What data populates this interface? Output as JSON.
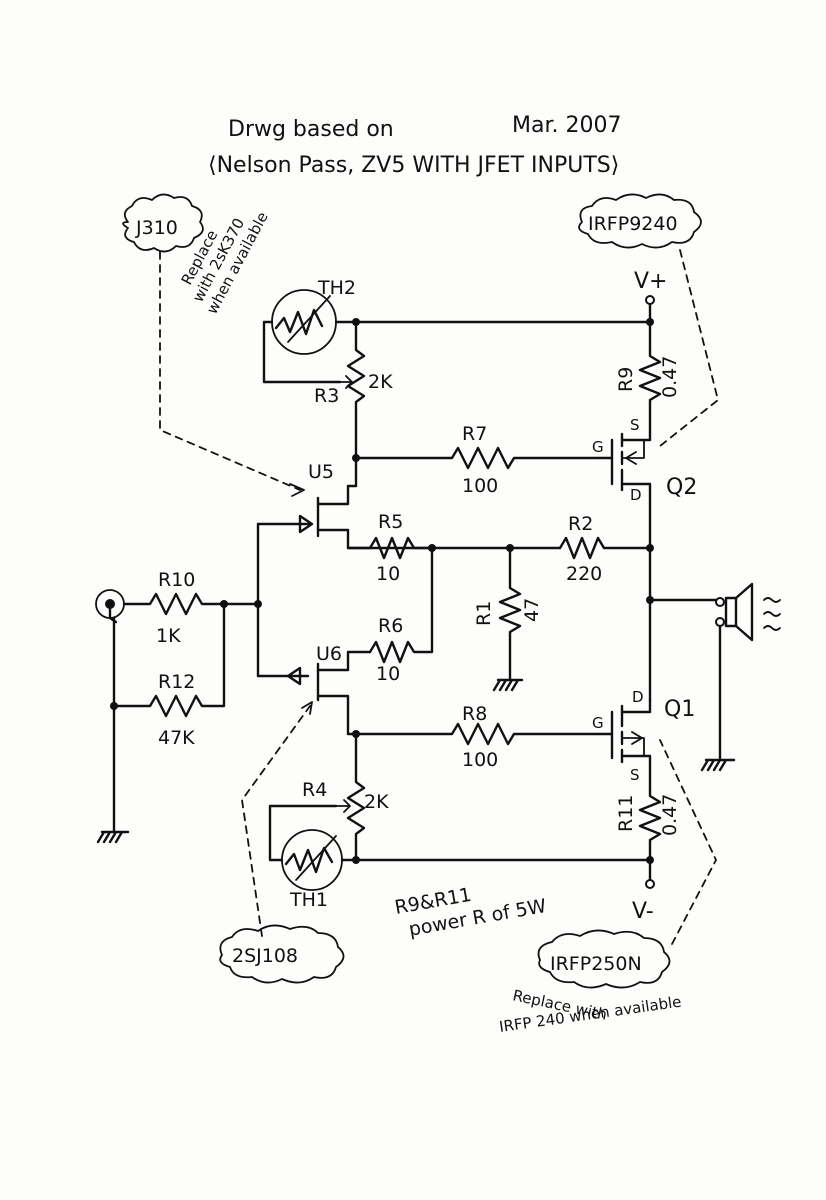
{
  "header": {
    "line1": "Drwg based on",
    "date": "Mar. 2007",
    "line2": "⟨Nelson Pass, ZV5 WITH JFET INPUTS⟩"
  },
  "callouts": {
    "j310": "J310",
    "j310_note1": "Replace",
    "j310_note2": "with 2sK370",
    "j310_note3": "when available",
    "irfp9240": "IRFP9240",
    "sj108": "2SJ108",
    "irfp250n": "IRFP250N",
    "irfp250n_note1": "Replace with",
    "irfp250n_note2": "IRFP 240 when available"
  },
  "components": {
    "th2": "TH2",
    "th1": "TH1",
    "r3": "R3",
    "r3_val": "2K",
    "r4": "R4",
    "r4_val": "2K",
    "u5": "U5",
    "u6": "U6",
    "r7": "R7",
    "r7_val": "100",
    "r8": "R8",
    "r8_val": "100",
    "r5": "R5",
    "r5_val": "10",
    "r6": "R6",
    "r6_val": "10",
    "r2": "R2",
    "r2_val": "220",
    "r1": "R1",
    "r1_val": "47",
    "r10": "R10",
    "r10_val": "1K",
    "r12": "R12",
    "r12_val": "47K",
    "r9": "R9",
    "r9_val": "0.47",
    "r11": "R11",
    "r11_val": "0.47",
    "q2": "Q2",
    "q1": "Q1",
    "vplus": "V+",
    "vminus": "V-",
    "pin_g": "G",
    "pin_s": "S",
    "pin_d": "D"
  },
  "notes": {
    "power_line1": "R9&R11",
    "power_line2": "power R of 5W"
  }
}
